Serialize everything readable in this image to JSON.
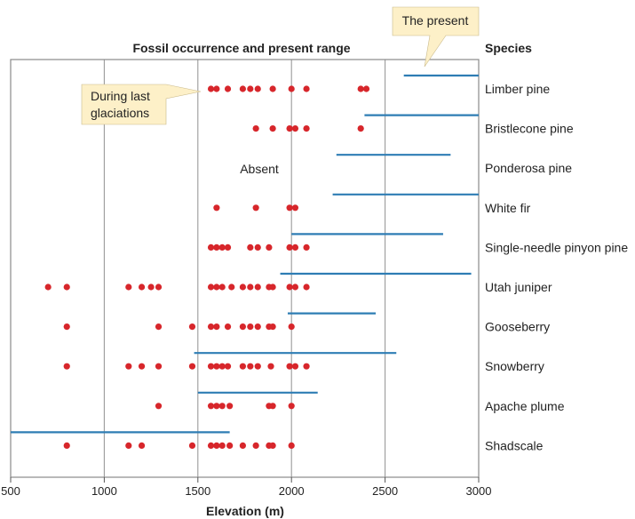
{
  "chart_data": {
    "type": "scatter",
    "title": "Fossil occurrence and present range",
    "species_header": "Species",
    "xlabel": "Elevation (m)",
    "xlim": [
      500,
      3000
    ],
    "xticks": [
      500,
      1000,
      1500,
      2000,
      2500,
      3000
    ],
    "grid": "vertical",
    "callouts": {
      "present": "The present",
      "glaciation_line1": "During last",
      "glaciation_line2": "glaciations"
    },
    "absent_label": "Absent",
    "colors": {
      "fossil": "#d7262b",
      "present": "#2e7db4",
      "callout_fill": "#fdf0c8",
      "grid": "#9a9a9a"
    },
    "species": [
      {
        "name": "Limber pine",
        "present_range": [
          2600,
          3000
        ],
        "fossils": [
          1570,
          1600,
          1660,
          1740,
          1780,
          1820,
          1900,
          2000,
          2080,
          2370,
          2400
        ]
      },
      {
        "name": "Bristlecone pine",
        "present_range": [
          2390,
          3000
        ],
        "fossils": [
          1810,
          1900,
          1990,
          2020,
          2080,
          2370
        ]
      },
      {
        "name": "Ponderosa pine",
        "present_range": [
          2240,
          2850
        ],
        "fossils": []
      },
      {
        "name": "White fir",
        "present_range": [
          2220,
          3000
        ],
        "fossils": [
          1600,
          1810,
          1990,
          2020
        ]
      },
      {
        "name": "Single-needle pinyon pine",
        "present_range": [
          2000,
          2810
        ],
        "fossils": [
          1570,
          1600,
          1630,
          1660,
          1780,
          1820,
          1880,
          1990,
          2020,
          2080
        ]
      },
      {
        "name": "Utah juniper",
        "present_range": [
          1940,
          2960
        ],
        "fossils": [
          700,
          800,
          1130,
          1200,
          1250,
          1290,
          1570,
          1600,
          1630,
          1680,
          1740,
          1780,
          1820,
          1880,
          1900,
          1990,
          2020,
          2080
        ]
      },
      {
        "name": "Gooseberry",
        "present_range": [
          1980,
          2450
        ],
        "fossils": [
          800,
          1290,
          1470,
          1570,
          1600,
          1660,
          1740,
          1780,
          1820,
          1880,
          1900,
          2000
        ]
      },
      {
        "name": "Snowberry",
        "present_range": [
          1480,
          2560
        ],
        "fossils": [
          800,
          1130,
          1200,
          1290,
          1470,
          1570,
          1600,
          1630,
          1660,
          1740,
          1780,
          1820,
          1890,
          1990,
          2020,
          2080
        ]
      },
      {
        "name": "Apache plume",
        "present_range": [
          1500,
          2140
        ],
        "fossils": [
          1290,
          1570,
          1600,
          1630,
          1670,
          1880,
          1900,
          2000
        ]
      },
      {
        "name": "Shadscale",
        "present_range": [
          500,
          1670
        ],
        "fossils": [
          800,
          1130,
          1200,
          1470,
          1570,
          1600,
          1630,
          1670,
          1740,
          1810,
          1880,
          1900,
          2000
        ]
      }
    ]
  }
}
